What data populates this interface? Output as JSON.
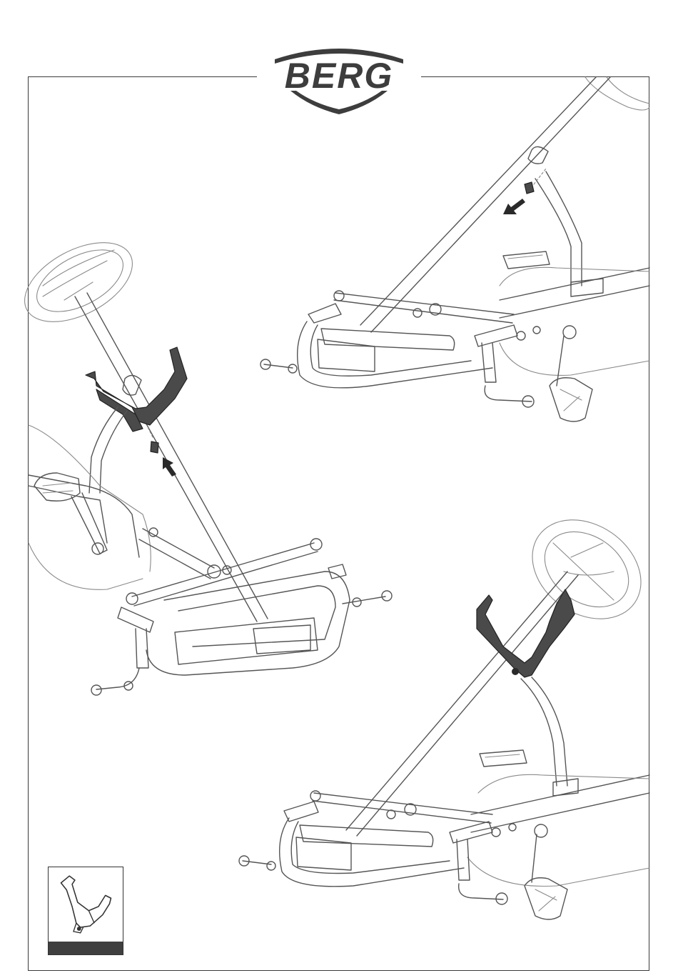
{
  "brand": {
    "name": "BERG",
    "logo_icon": "shield-logo-icon",
    "color": "#3d3d3d"
  },
  "page": {
    "frame_color": "#3a3a3a"
  },
  "illustrations": [
    {
      "name": "step-remove-bolt",
      "icon": "go-kart-frame-drawing",
      "arrow": "down-left-arrow-icon"
    },
    {
      "name": "step-fit-bracket",
      "icon": "go-kart-frame-drawing",
      "arrow": "up-arrow-icon"
    },
    {
      "name": "step-bracket-fitted",
      "icon": "go-kart-frame-drawing"
    }
  ],
  "part_card": {
    "icon": "mounting-bracket-icon",
    "bar_color": "#3f3f3f"
  }
}
